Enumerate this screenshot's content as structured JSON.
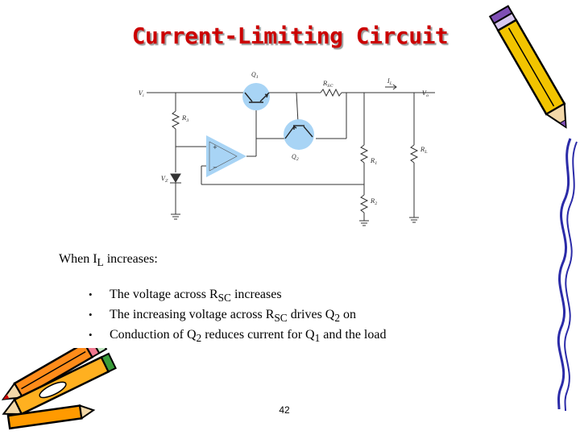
{
  "slide": {
    "title": "Current-Limiting Circuit",
    "lead": {
      "prefix": "When I",
      "sub": "L",
      "suffix": " increases:"
    },
    "bullets": [
      {
        "a": "The voltage across R",
        "sub1": "SC",
        "b": " increases",
        "sub2": "",
        "c": "",
        "sub3": "",
        "d": ""
      },
      {
        "a": "The increasing voltage across R",
        "sub1": "SC",
        "b": " drives Q",
        "sub2": "2",
        "c": " on",
        "sub3": "",
        "d": ""
      },
      {
        "a": "Conduction of Q",
        "sub1": "2",
        "b": " reduces current for Q",
        "sub2": "1",
        "c": " and the load",
        "sub3": "",
        "d": ""
      }
    ],
    "page_number": "42"
  },
  "circuit": {
    "labels": {
      "q1": "Q",
      "q1_sub": "1",
      "q2": "Q",
      "q2_sub": "2",
      "vi": "V",
      "vi_sub": "i",
      "vo": "V",
      "vo_sub": "o",
      "rsc": "R",
      "rsc_sub": "SC",
      "il": "I",
      "il_sub": "L",
      "r3": "R",
      "r3_sub": "3",
      "vz": "V",
      "vz_sub": "Z",
      "r1": "R",
      "r1_sub": "1",
      "r2": "R",
      "r2_sub": "2",
      "rl": "R",
      "rl_sub": "L",
      "plus": "+",
      "minus": "−"
    }
  },
  "colors": {
    "title": "#cc0000",
    "transistor_fill": "#a8d4f5",
    "opamp_fill": "#a8d4f5"
  },
  "icons": [
    "pencil-top-right",
    "pencil-bottom-left",
    "pencil-border-right"
  ]
}
